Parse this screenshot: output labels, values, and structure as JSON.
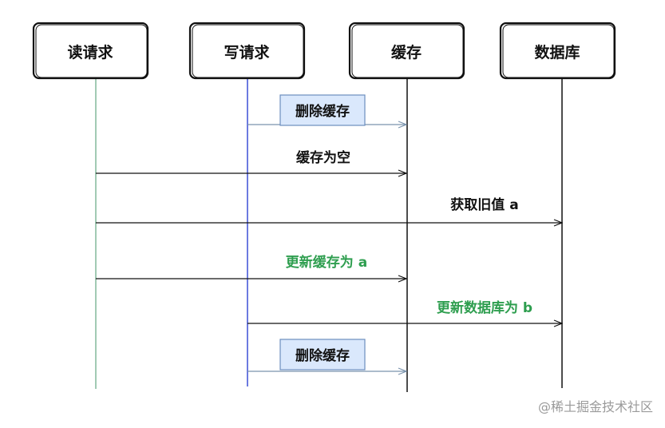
{
  "actors": [
    {
      "id": "read",
      "label": "读请求",
      "lifeline_color": "#82b99c"
    },
    {
      "id": "write",
      "label": "写请求",
      "lifeline_color": "#3b4fd6"
    },
    {
      "id": "cache",
      "label": "缓存",
      "lifeline_color": "#111111"
    },
    {
      "id": "db",
      "label": "数据库",
      "lifeline_color": "#111111"
    }
  ],
  "messages": [
    {
      "from": "write",
      "to": "cache",
      "label": "删除缓存",
      "style": "note",
      "color": "#7a93ad"
    },
    {
      "from": "read",
      "to": "cache",
      "label": "缓存为空",
      "style": "text",
      "color": "#111111"
    },
    {
      "from": "read",
      "to": "db",
      "label": "获取旧值 a",
      "style": "text",
      "color": "#111111"
    },
    {
      "from": "read",
      "to": "cache",
      "label": "更新缓存为 a",
      "style": "text",
      "color": "#2e9e4f"
    },
    {
      "from": "write",
      "to": "db",
      "label": "更新数据库为 b",
      "style": "text",
      "color": "#2e9e4f"
    },
    {
      "from": "write",
      "to": "cache",
      "label": "删除缓存",
      "style": "note",
      "color": "#7a93ad"
    }
  ],
  "watermark": "@稀土掘金技术社区"
}
